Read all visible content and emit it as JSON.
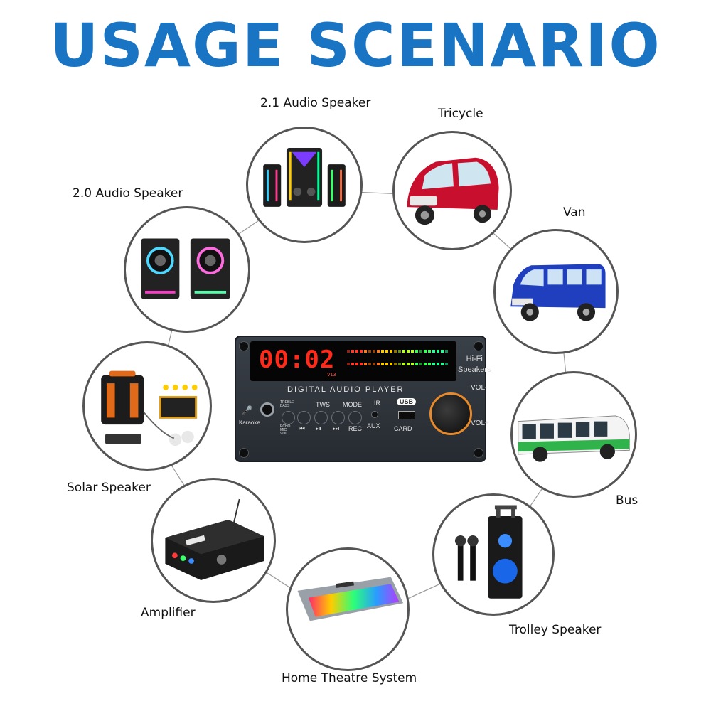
{
  "title": "USAGE SCENARIO",
  "colors": {
    "title": "#1a74c4",
    "circle_border": "#555555",
    "panel": "#2f353c",
    "led": "#ff2a1a",
    "knob_ring": "#e8892a"
  },
  "scenarios": [
    {
      "label": "2.1 Audio Speaker"
    },
    {
      "label": "Tricycle"
    },
    {
      "label": "Van"
    },
    {
      "label": "Bus"
    },
    {
      "label": "Trolley Speaker"
    },
    {
      "label": "Home Theatre System"
    },
    {
      "label": "Amplifier"
    },
    {
      "label": "Solar Speaker"
    },
    {
      "label": "2.0 Audio Speaker"
    }
  ],
  "device": {
    "time": "00:02",
    "sub": "V13",
    "hifi_line1": "Hi-Fi",
    "hifi_line2": "Speakers",
    "name": "DIGITAL AUDIO PLAYER",
    "karaoke": "Karaoke",
    "treble_bass": "TREBLE BASS",
    "echo_mic": "ECHO MIC VOL",
    "tws": "TWS",
    "mode": "MODE",
    "rec": "REC",
    "prev": "⏮",
    "play": "⏯",
    "next": "⏭",
    "ir": "IR",
    "aux": "AUX",
    "usb": "USB",
    "card": "CARD",
    "vol_minus": "VOL-",
    "vol_plus": "VOL+"
  }
}
